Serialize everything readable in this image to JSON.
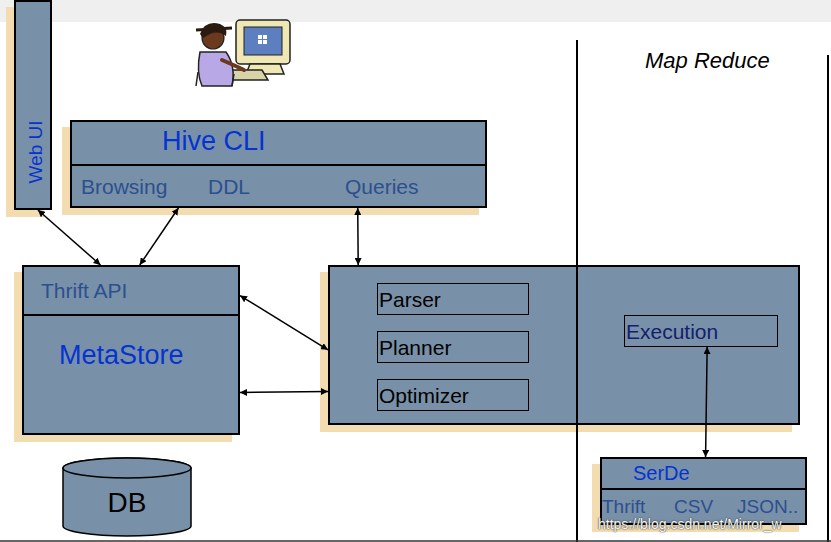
{
  "diagram": {
    "nodes": [
      {
        "text": [
          "Web UI"
        ]
      },
      {
        "text": [
          "Hive CLI",
          "Browsing",
          "DDL",
          "Queries"
        ]
      },
      {
        "text": [
          "Thrift API",
          "MetaStore"
        ]
      },
      {
        "text": []
      },
      {
        "text": [
          "Parser"
        ],
        "in": 3
      },
      {
        "text": [
          "Planner"
        ],
        "in": 3
      },
      {
        "text": [
          "Optimizer"
        ],
        "in": 3
      },
      {
        "text": [
          "Execution"
        ],
        "in": 3
      },
      {
        "text": [
          "DB"
        ]
      },
      {
        "text": [
          "SerDe",
          "Thrift",
          "CSV",
          "JSON.."
        ]
      }
    ],
    "edges": [
      {
        "from": 0,
        "to": 2,
        "arrow": "both"
      },
      {
        "from": 1,
        "to": 2,
        "arrow": "both"
      },
      {
        "from": 1,
        "to": 3,
        "arrow": "both"
      },
      {
        "from": 2,
        "to": 3,
        "arrow": "both"
      },
      {
        "from": 2,
        "to": 3,
        "arrow": "both"
      },
      {
        "from": 7,
        "to": 9,
        "arrow": "both"
      }
    ],
    "labels": [
      "Map Reduce",
      "https://blog.csdn.net/Mirror_w"
    ]
  }
}
